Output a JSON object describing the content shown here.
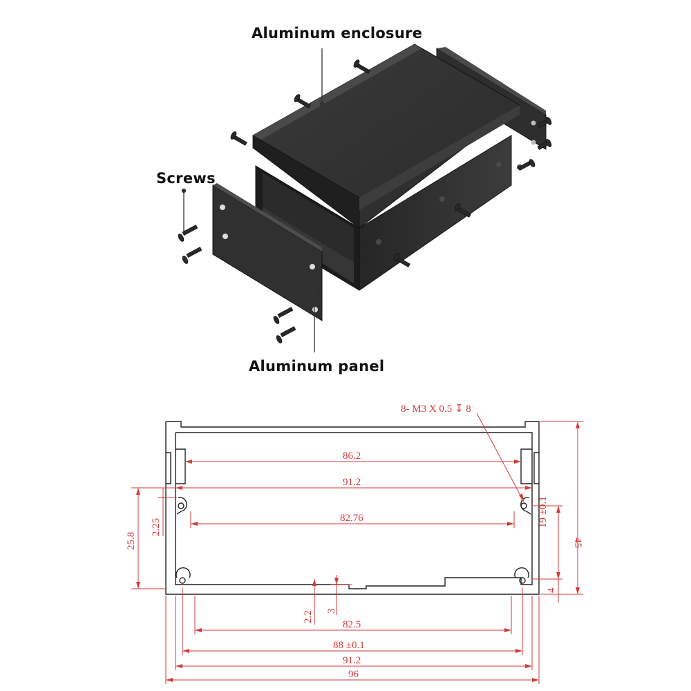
{
  "exploded_view": {
    "labels": {
      "enclosure": "Aluminum enclosure",
      "screws": "Screws",
      "panel": "Aluminum panel"
    }
  },
  "profile_drawing": {
    "line_color": "#d43a3a",
    "outline_color": "#222222",
    "callout_thread": "8- M3 X 0.5 ↧ 8",
    "dimensions": {
      "inner_top": "86.2",
      "inner_upper": "91.2",
      "slot_span": "82.76",
      "total_height": "45",
      "slot_offset": "19 ±0.1",
      "bottom_offset": "4",
      "left_height": "25.8",
      "left_small": "2.25",
      "rib_height": "2.2",
      "rib_depth": "3",
      "bottom_inner": "82.5",
      "slot_pitch": "88 ±0.1",
      "bottom_upper": "91.2",
      "total_width": "96"
    }
  }
}
